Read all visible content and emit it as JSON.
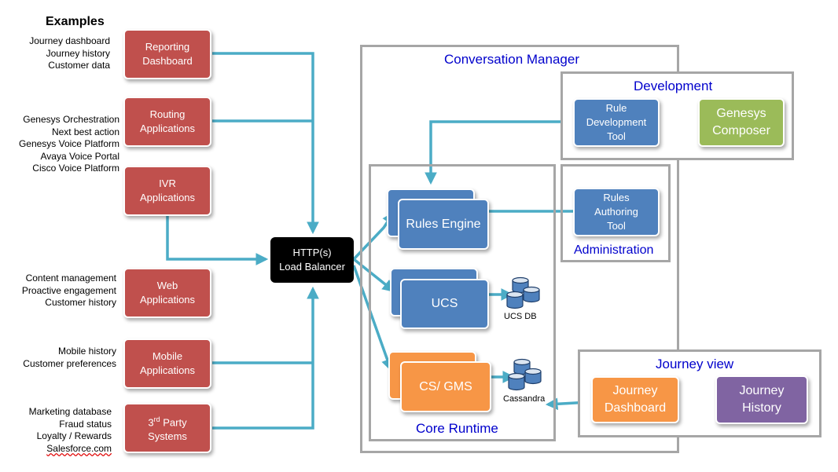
{
  "examples_heading": "Examples",
  "example_groups": {
    "reporting": [
      "Journey dashboard",
      "Journey history",
      "Customer data"
    ],
    "routing": [
      "Genesys Orchestration",
      "Next best action",
      "Genesys Voice Platform",
      "Avaya Voice Portal",
      "Cisco Voice Platform"
    ],
    "web": [
      "Content management",
      "Proactive engagement",
      "Customer history"
    ],
    "mobile": [
      "Mobile history",
      "Customer preferences"
    ],
    "third_party": [
      "Marketing database",
      "Fraud status",
      "Loyalty / Rewards",
      "Salesforce.com"
    ]
  },
  "apps": {
    "reporting": "Reporting\nDashboard",
    "routing": "Routing\nApplications",
    "ivr": "IVR\nApplications",
    "web": "Web\nApplications",
    "mobile": "Mobile\nApplications",
    "third_party_sup": "rd",
    "third_party_pre": "3",
    "third_party_post": " Party",
    "third_party_line2": "Systems"
  },
  "load_balancer": "HTTP(s)\nLoad Balancer",
  "frames": {
    "conversation_manager": "Conversation Manager",
    "development": "Development",
    "core_runtime": "Core Runtime",
    "administration": "Administration",
    "journey_view": "Journey view"
  },
  "components": {
    "rule_dev_tool": "Rule\nDevelopment\nTool",
    "genesys_composer": "Genesys\nComposer",
    "rules_engine": "Rules Engine",
    "rules_authoring_tool": "Rules\nAuthoring\nTool",
    "ucs": "UCS",
    "cs_gms": "CS/ GMS",
    "journey_dashboard": "Journey\nDashboard",
    "journey_history": "Journey\nHistory"
  },
  "databases": {
    "ucs_db": "UCS DB",
    "cassandra": "Cassandra"
  },
  "colors": {
    "app_red": "#c0504d",
    "component_blue": "#4f81bd",
    "component_orange": "#f79646",
    "component_green": "#9bbb59",
    "component_purple": "#8064a2",
    "arrow_teal": "#4bacc6",
    "frame_gray": "#a6a6a6",
    "frame_title_blue": "#0000cc"
  }
}
